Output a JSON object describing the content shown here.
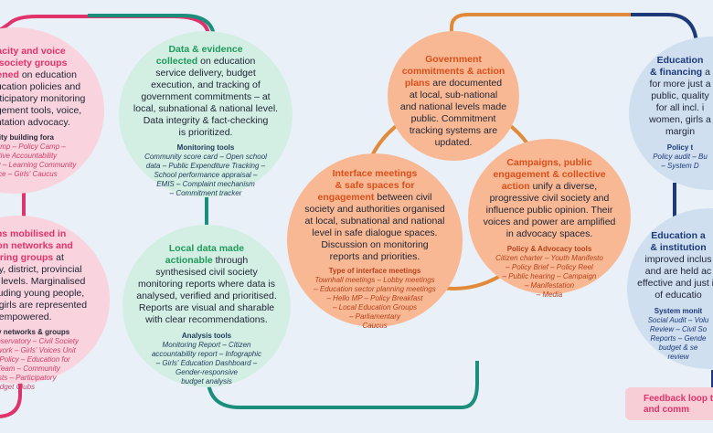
{
  "colors": {
    "pink": "#e0336b",
    "green": "#1f9a5a",
    "orange": "#d9501c",
    "navy": "#1c3a78",
    "teal_line": "#1c8f7c",
    "orange_line": "#e08a3a"
  },
  "pink_top": {
    "highlight": "pacity and voice\nil society groups\nhened",
    "body": " on education\nducation policies and\narticipatory monitoring\nagement tools, voice,\nentation advocacy.",
    "subhead": "acity building fora",
    "items": "Camp – Policy Camp –\nective Accountability\nrity – Learning Community\nctice – Girls' Caucus"
  },
  "pink_bottom": {
    "highlight": "ens mobilised in\ntion networks and\ntoring groups",
    "body": " at\nrity, district, provincial\nal levels. Marginalised\ncluding young people,\nd girls are represented\nd empowered.",
    "subhead": "ety networks & groups",
    "items": "Observatory – Civil Society\network – Girls' Voices Unit\nor Policy – Education for\nd Team – Community\nalists – Participatory\nBudget Clubs"
  },
  "green_top": {
    "highlight": "Data & evidence\ncollected",
    "body": " on education\nservice delivery, budget\nexecution, and tracking of\ngovernment commitments – at\nlocal, subnational & national level.\nData integrity & fact-checking\nis prioritized.",
    "subhead": "Monitoring tools",
    "items": "Community score card – Open school\ndata – Public Expenditure Tracking –\nSchool performance appraisal –\nEMIS – Complaint mechanism\n– Commitment tracker"
  },
  "green_bottom": {
    "highlight": "Local data made\nactionable",
    "body": " through\nsynthesised civil society\nmonitoring reports where data is\nanalysed, verified and prioritised.\nReports are visual and sharable\nwith clear recommendations.",
    "subhead": "Analysis tools",
    "items": "Monitoring Report – Citizen\naccountability report – Infographic\n– Girls' Education Dashboard –\nGender-responsive\nbudget analysis"
  },
  "orange_top": {
    "highlight": "Government\ncommitments & action\nplans",
    "body": " are documented\nat local, sub-national\nand national levels made\npublic. Commitment\ntracking systems are\nupdated."
  },
  "orange_left": {
    "highlight": "Interface meetings\n& safe spaces for\nengagement",
    "body": " between civil\nsociety and authorities organised\nat local, subnational and national\nlevel in safe dialogue spaces.\nDiscussion on monitoring\nreports and priorities.",
    "subhead": "Type of interface meetings",
    "items": "Townhall meetings – Lobby meetings\n– Education sector planning meetings\n– Hello MP – Policy Breakfast\n– Local Education Groups\n– Parliamentary\nCaucus"
  },
  "orange_right": {
    "highlight": "Campaigns, public\nengagement & collective\naction",
    "body": " unify a diverse,\nprogressive civil society and\ninfluence public opinion. Their\nvoices and power are amplified\nin advocacy spaces.",
    "subhead": "Policy & Advocacy tools",
    "items": "Citizen charter – Youth Manifesto\n– Policy Brief – Policy Reel\n– Public hearing – Campaign\n– Manifestation\n– Media"
  },
  "blue_top": {
    "highlight": "Education\n& financing",
    "body": " a\nfor more just a\npublic, quality\nfor all incl. i\nwomen, girls a\nmargin",
    "subhead": "Policy t",
    "items": "Policy audit – Bu\n– System D"
  },
  "blue_bottom": {
    "highlight": "Education a\n& institution",
    "body": "\nimproved inclus\nand are held ac\neffective and just in\nof educatio",
    "subhead": "System monit",
    "items": "Social Audit – Volu\nReview – Civil So\nReports – Gende\nbudget & se\nreview"
  },
  "feedback": {
    "label": "Feedback loop t\nand comm"
  }
}
